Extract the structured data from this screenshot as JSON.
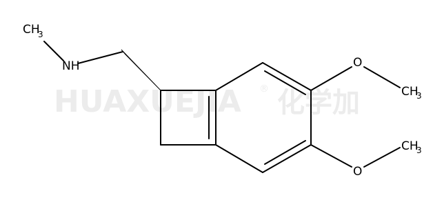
{
  "watermark": {
    "latin": "HUAXUEJIA",
    "registered": "®",
    "cjk": "化学加"
  },
  "molecule": {
    "labels": {
      "methyl_n": {
        "main": "CH",
        "sub": "3"
      },
      "amine": "NH",
      "oxygen_upper": "O",
      "oxygen_lower": "O",
      "methyl_o_upper": {
        "main": "CH",
        "sub": "3"
      },
      "methyl_o_lower": {
        "main": "CH",
        "sub": "3"
      }
    },
    "stereo": "wedge"
  }
}
